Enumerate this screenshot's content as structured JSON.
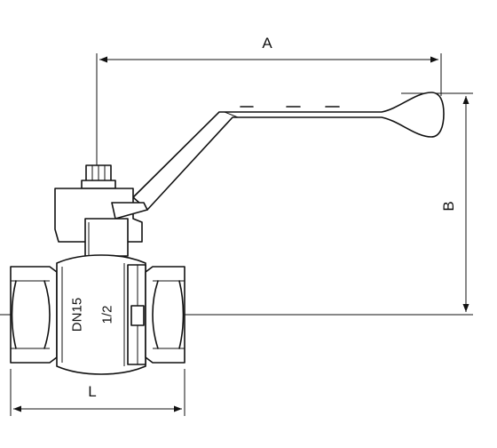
{
  "dimensions": {
    "a_label": "A",
    "b_label": "B",
    "l_label": "L"
  },
  "body_markings": {
    "size_label": "DN15",
    "thread_label": "1/2"
  }
}
